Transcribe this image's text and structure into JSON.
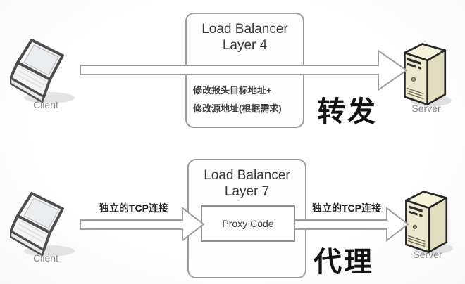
{
  "sections": {
    "layer4": {
      "client_label": "Client",
      "server_label": "Server",
      "lb_title_line1": "Load Balancer",
      "lb_title_line2": "Layer 4",
      "note_line1": "修改报头目标地址+",
      "note_line2": "修改源地址(根据需求)",
      "mode_label": "转发"
    },
    "layer7": {
      "client_label": "Client",
      "server_label": "Server",
      "lb_title_line1": "Load Balancer",
      "lb_title_line2": "Layer 7",
      "proxy_label": "Proxy Code",
      "client_to_lb_arrow_label": "独立的TCP连接",
      "lb_to_server_arrow_label": "独立的TCP连接",
      "mode_label": "代理"
    }
  },
  "icons": {
    "client": "laptop-icon",
    "server": "server-tower-icon",
    "flow": "block-arrow-right-icon"
  },
  "colors": {
    "box_border": "#9b9b9b",
    "arrow_outline": "#9d9d9d",
    "title_text": "#383838",
    "note_text": "#3f3f3f",
    "emphasis_text": "#141414",
    "icon_caption": "#858585",
    "server_front": "#ece7cf",
    "server_side": "#e2dcbf",
    "server_top": "#f5f1da",
    "background": "#fcfcfc"
  }
}
